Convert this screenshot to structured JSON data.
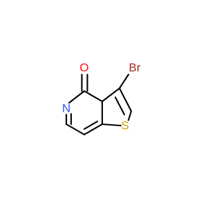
{
  "structure": {
    "atoms": {
      "oxygen": {
        "label": "O",
        "color": "#ff0d0d"
      },
      "bromine": {
        "label": "Br",
        "color": "#a62929"
      },
      "nitrogen": {
        "label": "N",
        "color": "#3050f8"
      },
      "sulfur": {
        "label": "S",
        "color": "#c6a300"
      }
    },
    "bond_color": "#000000"
  }
}
